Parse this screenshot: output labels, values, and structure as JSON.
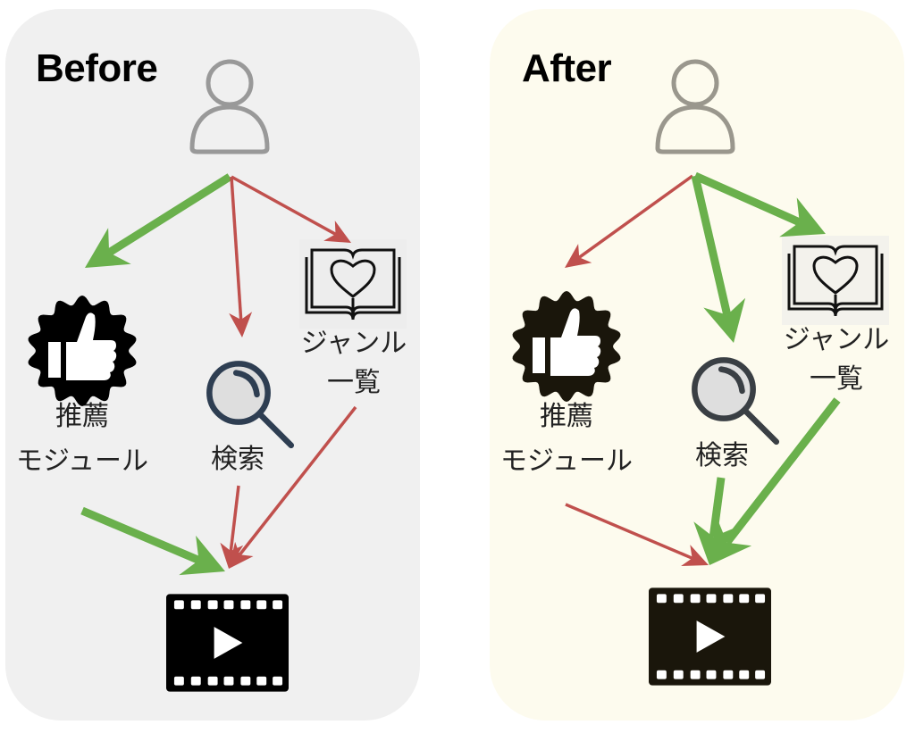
{
  "colors": {
    "before_bg": "#f0f0f0",
    "after_bg": "#fdfbee",
    "strong_path": "#6ab04c",
    "weak_path": "#c0504d",
    "user_icon": "#9a9a9a",
    "search_icon": "#2e3e52"
  },
  "panels": [
    {
      "id": "before",
      "title": "Before",
      "nodes": {
        "user": {
          "icon": "user-icon"
        },
        "recommend": {
          "icon": "thumbs-up-badge-icon",
          "label_line1": "推薦",
          "label_line2": "モジュール"
        },
        "search": {
          "icon": "search-icon",
          "label": "検索"
        },
        "genre": {
          "icon": "book-heart-icon",
          "label_line1": "ジャンル",
          "label_line2": "一覧"
        },
        "video": {
          "icon": "film-play-icon"
        }
      },
      "edges": [
        {
          "from": "user",
          "to": "recommend",
          "strength": "strong"
        },
        {
          "from": "user",
          "to": "search",
          "strength": "weak"
        },
        {
          "from": "user",
          "to": "genre",
          "strength": "weak"
        },
        {
          "from": "recommend",
          "to": "video",
          "strength": "strong"
        },
        {
          "from": "search",
          "to": "video",
          "strength": "weak"
        },
        {
          "from": "genre",
          "to": "video",
          "strength": "weak"
        }
      ]
    },
    {
      "id": "after",
      "title": "After",
      "nodes": {
        "user": {
          "icon": "user-icon"
        },
        "recommend": {
          "icon": "thumbs-up-badge-icon",
          "label_line1": "推薦",
          "label_line2": "モジュール"
        },
        "search": {
          "icon": "search-icon",
          "label": "検索"
        },
        "genre": {
          "icon": "book-heart-icon",
          "label_line1": "ジャンル",
          "label_line2": "一覧"
        },
        "video": {
          "icon": "film-play-icon"
        }
      },
      "edges": [
        {
          "from": "user",
          "to": "recommend",
          "strength": "weak"
        },
        {
          "from": "user",
          "to": "search",
          "strength": "strong"
        },
        {
          "from": "user",
          "to": "genre",
          "strength": "strong"
        },
        {
          "from": "recommend",
          "to": "video",
          "strength": "weak"
        },
        {
          "from": "search",
          "to": "video",
          "strength": "strong"
        },
        {
          "from": "genre",
          "to": "video",
          "strength": "strong"
        }
      ]
    }
  ]
}
